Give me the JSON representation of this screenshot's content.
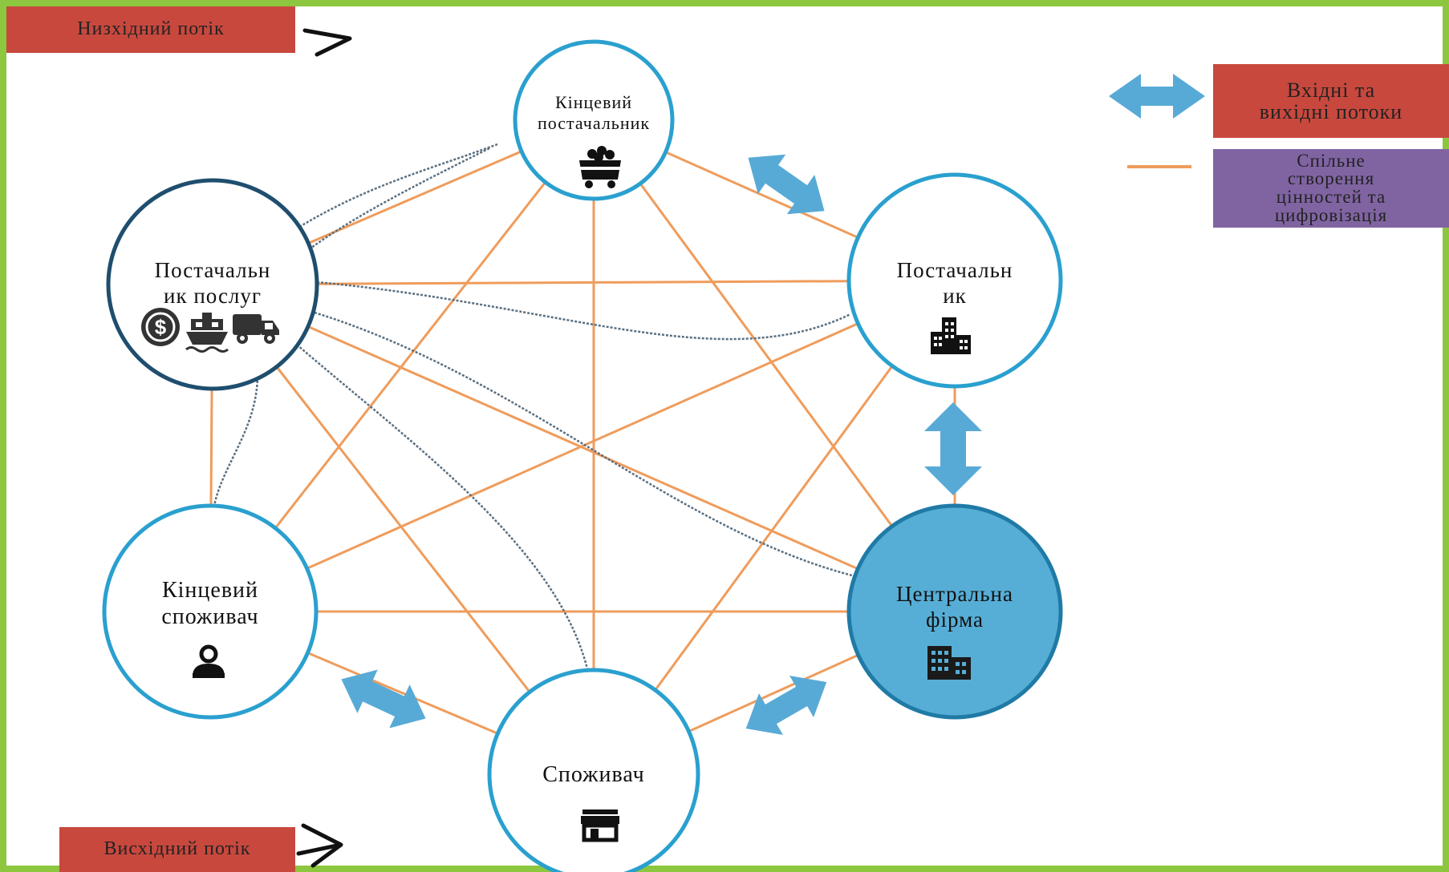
{
  "flows": {
    "downstream": "Низхідний потік",
    "upstream": "Висхідний потік"
  },
  "legend": {
    "flows_label_line1": "Вхідні та",
    "flows_label_line2": "вихідні потоки",
    "cocreation_line1": "Спільне",
    "cocreation_line2": "створення",
    "cocreation_line3": "цінностей та",
    "cocreation_line4": "цифровізація"
  },
  "nodes": {
    "end_supplier": {
      "line1": "Кінцевий",
      "line2": "постачальник",
      "icon": "mining-cart-icon"
    },
    "service_provider": {
      "line1": "Постачальн",
      "line2": "ик послуг",
      "icons": [
        "dollar-coin-icon",
        "ship-icon",
        "truck-icon"
      ]
    },
    "supplier": {
      "line1": "Постачальн",
      "line2": "ик",
      "icon": "buildings-icon"
    },
    "end_consumer": {
      "line1": "Кінцевий",
      "line2": "споживач",
      "icon": "person-icon"
    },
    "central_firm": {
      "line1": "Центральна",
      "line2": "фірма",
      "icon": "office-building-icon"
    },
    "consumer": {
      "line1": "Споживач",
      "icon": "store-icon"
    }
  },
  "colors": {
    "frame": "#8dc63f",
    "node_border": "#2aa0cf",
    "central_fill": "#56aed6",
    "edge": "#ef9c5c",
    "digital_link": "#5a6f80",
    "arrow": "#58aad6",
    "tag_red": "#c8483e",
    "tag_purple": "#8064a2"
  }
}
